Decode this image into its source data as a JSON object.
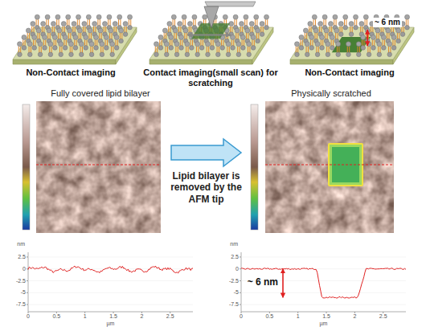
{
  "diagram": {
    "nodes": [
      {
        "text": [
          "Fully covered lipid bilayer"
        ]
      },
      {
        "text": [
          "Physically scratched"
        ]
      }
    ],
    "edges": [
      {
        "from": 0,
        "to": 1,
        "arrow": "to",
        "label": "Lipid bilayer is removed by the AFM tip"
      }
    ],
    "labels": [
      "Non-Contact imaging",
      "Contact imaging(small scan) for scratching",
      "Non-Contact imaging",
      "~ 6 nm",
      "~ 6 nm",
      "nm",
      "2.5",
      "0",
      "-2.5",
      "-5",
      "-7.5",
      "0",
      "0.5",
      "1",
      "1.5",
      "2",
      "2.5",
      "µm",
      "nm",
      "2.5",
      "0",
      "-2.5",
      "-5",
      "-7.5",
      "0",
      "0.5",
      "1",
      "1.5",
      "2",
      "2.5",
      "µm"
    ]
  }
}
